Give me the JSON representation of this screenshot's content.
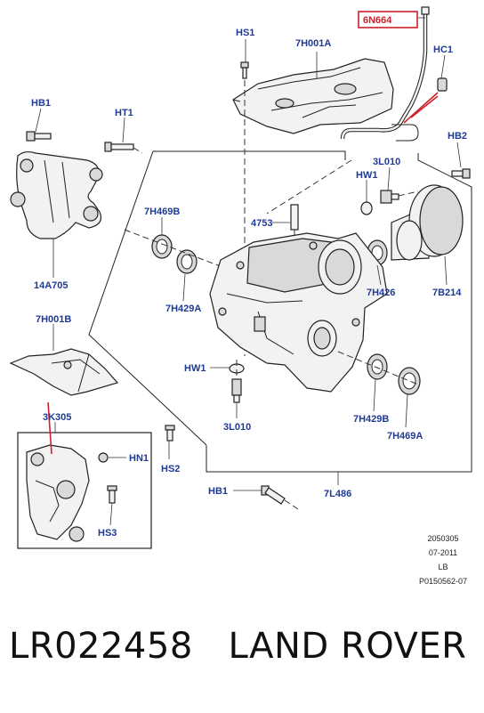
{
  "labels": {
    "p6N664": "6N664",
    "hs1": "HS1",
    "h7H001A": "7H001A",
    "hc1": "HC1",
    "hb1_top": "HB1",
    "ht1": "HT1",
    "hb2": "HB2",
    "l3L010_top": "3L010",
    "hw1_top": "HW1",
    "h7H469B_left": "7H469B",
    "l4753": "4753",
    "h14A705": "14A705",
    "h7H429A": "7H429A",
    "h7H426": "7H426",
    "h7B214": "7B214",
    "h7H001B": "7H001B",
    "hw1_bottom": "HW1",
    "l3L010_bottom": "3L010",
    "h7H429B": "7H429B",
    "h7H469A": "7H469A",
    "k3K305": "3K305",
    "hn1": "HN1",
    "hs2": "HS2",
    "hs3": "HS3",
    "hb1_bottom": "HB1",
    "l7L486": "7L486"
  },
  "stamp": {
    "code": "2050305",
    "date": "07-2011",
    "side": "LB",
    "ref": "P0150562-07"
  },
  "footer": {
    "part_number": "LR022458",
    "brand": "LAND ROVER"
  },
  "highlight_color": "#cc1f2b",
  "label_color": "#1f3a93"
}
